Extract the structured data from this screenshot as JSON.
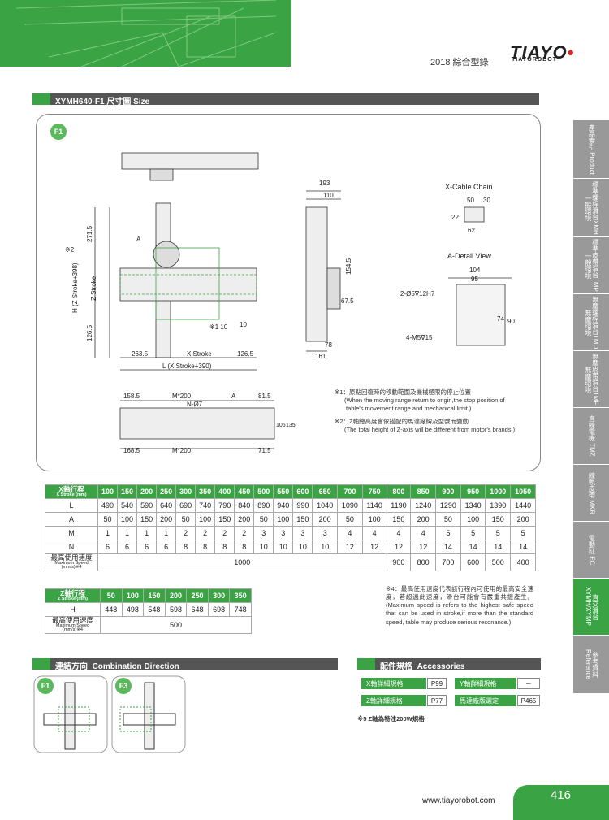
{
  "header": {
    "year": "2018 綜合型錄",
    "logo": "TIAYO",
    "logo_sub": "TIAYOROBOT"
  },
  "section_title": "XYMH640-F1 尺寸圖 Size",
  "badges": {
    "f1": "F1",
    "f3": "F3"
  },
  "drawing": {
    "cable_chain": "X-Cable Chain",
    "detail": "A-Detail View",
    "labels": {
      "a": "A",
      "x2": "※2",
      "h": "H (Z Stroke+398)",
      "zs": "Z Stroke",
      "l": "L (X Stroke+390)",
      "xs": "X Stroke",
      "d2715": "271.5",
      "d1265": "126.5",
      "d2635": "263.5",
      "d1265b": "126.5",
      "d193": "193",
      "d110": "110",
      "d1545": "154.5",
      "d675": "67.5",
      "d78": "78",
      "d161": "161",
      "d50": "50",
      "d30": "30",
      "d22": "22",
      "d62": "62",
      "d104": "104",
      "d95": "95",
      "d74": "74",
      "d90": "90",
      "hole1": "2-Ø5∇12H7",
      "hole2": "4-M5∇15",
      "d1585": "158.5",
      "m200": "M*200",
      "a2": "A",
      "d815": "81.5",
      "n7": "N-Ø7",
      "d106": "106",
      "d135": "135",
      "d1685": "168.5",
      "m200b": "M*200",
      "d715": "71.5",
      "x1": "※1 10",
      "d10": "10"
    }
  },
  "notes": {
    "n1a": "※1：原點回復時的移動範圍及機械極限的停止位置",
    "n1b": "(When the moving range return to origin,the stop position of",
    "n1c": "table's movement range and mechanical limit.)",
    "n2a": "※2：Z軸總高度會依搭配的馬達廠牌及型號而變動",
    "n2b": "(The total height of Z-axis will be different from motor's brands.)",
    "n4": "※4：最高使用速度代表該行程內可使用的最高安全速度，若超過此速度，滑台可能會有嚴重共振產生。(Maximum speed is refers to the highest safe speed that can be used in stroke,if more than the standard speed, table may produce serious resonance.)"
  },
  "x_table": {
    "head_label": "X軸行程",
    "head_sub": "X Stroke (mm)",
    "strokes": [
      "100",
      "150",
      "200",
      "250",
      "300",
      "350",
      "400",
      "450",
      "500",
      "550",
      "600",
      "650",
      "700",
      "750",
      "800",
      "850",
      "900",
      "950",
      "1000",
      "1050"
    ],
    "rows": [
      {
        "label": "L",
        "values": [
          "490",
          "540",
          "590",
          "640",
          "690",
          "740",
          "790",
          "840",
          "890",
          "940",
          "990",
          "1040",
          "1090",
          "1140",
          "1190",
          "1240",
          "1290",
          "1340",
          "1390",
          "1440"
        ]
      },
      {
        "label": "A",
        "values": [
          "50",
          "100",
          "150",
          "200",
          "50",
          "100",
          "150",
          "200",
          "50",
          "100",
          "150",
          "200",
          "50",
          "100",
          "150",
          "200",
          "50",
          "100",
          "150",
          "200"
        ]
      },
      {
        "label": "M",
        "values": [
          "1",
          "1",
          "1",
          "1",
          "2",
          "2",
          "2",
          "2",
          "3",
          "3",
          "3",
          "3",
          "4",
          "4",
          "4",
          "4",
          "5",
          "5",
          "5",
          "5"
        ]
      },
      {
        "label": "N",
        "values": [
          "6",
          "6",
          "6",
          "6",
          "8",
          "8",
          "8",
          "8",
          "10",
          "10",
          "10",
          "10",
          "12",
          "12",
          "12",
          "12",
          "14",
          "14",
          "14",
          "14"
        ]
      }
    ],
    "speed_label": "最高使用速度",
    "speed_sub": "Maximum Speed (mm/s)※4",
    "speed_main": "1000",
    "speed_tail": [
      "900",
      "800",
      "700",
      "600",
      "500",
      "400"
    ]
  },
  "z_table": {
    "head_label": "Z軸行程",
    "head_sub": "Z Stroke (mm)",
    "strokes": [
      "50",
      "100",
      "150",
      "200",
      "250",
      "300",
      "350"
    ],
    "h_label": "H",
    "h_values": [
      "448",
      "498",
      "548",
      "598",
      "648",
      "698",
      "748"
    ],
    "speed_label": "最高使用速度",
    "speed_sub": "Maximum Speed (mm/s)※4",
    "speed": "500"
  },
  "combo": {
    "title": "連結方向",
    "title_en": "Combination Direction"
  },
  "accessories": {
    "title": "配件規格",
    "title_en": "Accessories",
    "x": "X軸詳細規格",
    "x_page": "P99",
    "y": "Y軸詳細規格",
    "y_page": "－",
    "z": "Z軸詳細規格",
    "z_page": "P77",
    "m": "馬達廠版選定",
    "m_page": "P465",
    "note": "※5 Z軸為特注200W規格"
  },
  "side_tabs": [
    "產品索引 Product",
    "標準螺桿滑台XMH 一般環境",
    "標準皮帶滑台TMP 一般環境",
    "無塵螺桿滑台TMD 無塵環境",
    "無塵皮帶滑台TMF 無塵環境",
    "直線電機 TMZ",
    "線軌皮帶 MKR",
    "電動缸 EC",
    "直交滑台 XYMH/XYMP",
    "參考資料 Reference"
  ],
  "footer": {
    "url": "www.tiayorobot.com",
    "page": "416"
  },
  "colors": {
    "accent": "#3aa444",
    "bar": "#555555"
  }
}
